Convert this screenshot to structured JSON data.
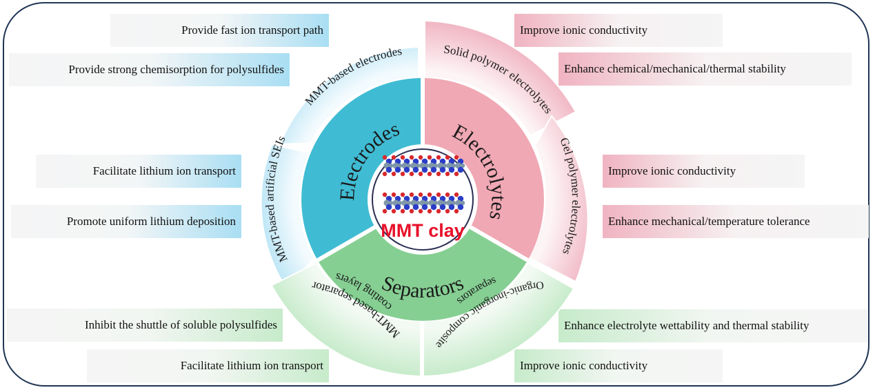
{
  "center": {
    "label": "MMT clay"
  },
  "inner_ring": {
    "electrodes": "Electrodes",
    "electrolytes": "Electrolytes",
    "separators": "Separators"
  },
  "outer_ring": {
    "mmt_electrodes": "MMT-based electrodes",
    "artificial_seis": "MMT-based artificial SEIs",
    "solid_polymer": "Solid polymer electrolytes",
    "gel_polymer": "Gel polymer electrolytes",
    "separator_coating_1": "MMT-based separator",
    "separator_coating_2": "coating layers",
    "composite_separators_1": "Organic-inorganic composite",
    "composite_separators_2": "separators"
  },
  "left_boxes": {
    "fast_ion": "Provide fast ion transport path",
    "chemisorption": "Provide strong chemisorption for polysulfides",
    "li_transport": "Facilitate lithium ion transport",
    "uniform_deposition": "Promote uniform lithium deposition",
    "inhibit_shuttle": "Inhibit the shuttle of soluble polysulfides",
    "li_transport_2": "Facilitate lithium ion transport"
  },
  "right_boxes": {
    "ionic_1": "Improve ionic conductivity",
    "stability": "Enhance chemical/mechanical/thermal stability",
    "ionic_2": "Improve ionic conductivity",
    "tolerance": "Enhance mechanical/temperature tolerance",
    "wettability": "Enhance electrolyte wettability and thermal stability",
    "ionic_3": "Improve ionic conductivity"
  },
  "colors": {
    "frame": "#1f3553",
    "electrodes": "#3fbcd3",
    "electrolytes": "#f0a8b4",
    "separators": "#86cf93",
    "center_label": "#e8102a",
    "atom_blue": "#2b3cc8",
    "atom_red": "#d8282d",
    "atom_gray": "#7f97a8"
  }
}
